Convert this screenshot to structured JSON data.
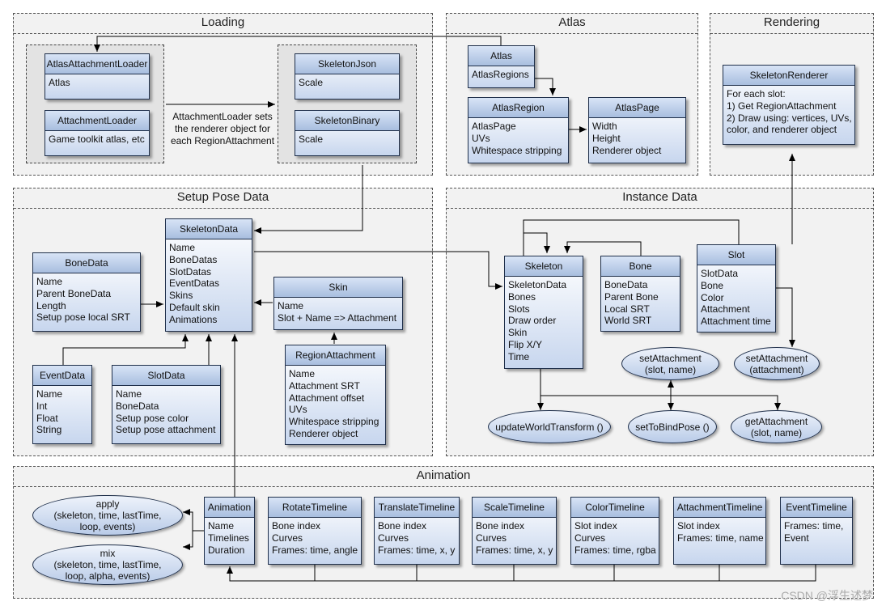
{
  "sections": {
    "loading": "Loading",
    "atlas": "Atlas",
    "rendering": "Rendering",
    "setup": "Setup Pose Data",
    "instance": "Instance Data",
    "animation": "Animation"
  },
  "classes": {
    "atlas_attachment_loader": {
      "name": "AtlasAttachmentLoader",
      "fields": [
        "Atlas"
      ]
    },
    "attachment_loader": {
      "name": "AttachmentLoader",
      "fields": [
        "Game toolkit atlas, etc"
      ]
    },
    "skeleton_json": {
      "name": "SkeletonJson",
      "fields": [
        "Scale"
      ]
    },
    "skeleton_binary": {
      "name": "SkeletonBinary",
      "fields": [
        "Scale"
      ]
    },
    "atlas": {
      "name": "Atlas",
      "fields": [
        "AtlasRegions"
      ]
    },
    "atlas_region": {
      "name": "AtlasRegion",
      "fields": [
        "AtlasPage",
        "UVs",
        "Whitespace stripping"
      ]
    },
    "atlas_page": {
      "name": "AtlasPage",
      "fields": [
        "Width",
        "Height",
        "Renderer object"
      ]
    },
    "skeleton_renderer": {
      "name": "SkeletonRenderer",
      "fields": [
        "For each slot:",
        "1) Get RegionAttachment",
        "2) Draw using: vertices, UVs,",
        "color, and renderer object"
      ]
    },
    "skeleton_data": {
      "name": "SkeletonData",
      "fields": [
        "Name",
        "BoneDatas",
        "SlotDatas",
        "EventDatas",
        "Skins",
        "Default skin",
        "Animations"
      ]
    },
    "bone_data": {
      "name": "BoneData",
      "fields": [
        "Name",
        "Parent BoneData",
        "Length",
        "Setup pose local SRT"
      ]
    },
    "skin": {
      "name": "Skin",
      "fields": [
        "Name",
        "Slot + Name => Attachment"
      ]
    },
    "region_attachment": {
      "name": "RegionAttachment",
      "fields": [
        "Name",
        "Attachment SRT",
        "Attachment offset",
        "UVs",
        "Whitespace stripping",
        "Renderer object"
      ]
    },
    "event_data": {
      "name": "EventData",
      "fields": [
        "Name",
        "Int",
        "Float",
        "String"
      ]
    },
    "slot_data": {
      "name": "SlotData",
      "fields": [
        "Name",
        "BoneData",
        "Setup pose color",
        "Setup pose attachment"
      ]
    },
    "skeleton": {
      "name": "Skeleton",
      "fields": [
        "SkeletonData",
        "Bones",
        "Slots",
        "Draw order",
        "Skin",
        "Flip X/Y",
        "Time"
      ]
    },
    "bone": {
      "name": "Bone",
      "fields": [
        "BoneData",
        "Parent Bone",
        "Local SRT",
        "World SRT"
      ]
    },
    "slot": {
      "name": "Slot",
      "fields": [
        "SlotData",
        "Bone",
        "Color",
        "Attachment",
        "Attachment time"
      ]
    },
    "animation": {
      "name": "Animation",
      "fields": [
        "Name",
        "Timelines",
        "Duration"
      ]
    },
    "rotate_timeline": {
      "name": "RotateTimeline",
      "fields": [
        "Bone index",
        "Curves",
        "Frames: time, angle"
      ]
    },
    "translate_timeline": {
      "name": "TranslateTimeline",
      "fields": [
        "Bone index",
        "Curves",
        "Frames: time, x, y"
      ]
    },
    "scale_timeline": {
      "name": "ScaleTimeline",
      "fields": [
        "Bone index",
        "Curves",
        "Frames: time, x, y"
      ]
    },
    "color_timeline": {
      "name": "ColorTimeline",
      "fields": [
        "Slot index",
        "Curves",
        "Frames: time, rgba"
      ]
    },
    "attachment_timeline": {
      "name": "AttachmentTimeline",
      "fields": [
        "Slot index",
        "Frames: time, name"
      ]
    },
    "event_timeline": {
      "name": "EventTimeline",
      "fields": [
        "Frames: time,",
        "Event"
      ]
    }
  },
  "methods": {
    "set_attachment_slot": [
      "setAttachment",
      "(slot, name)"
    ],
    "set_attachment": [
      "setAttachment",
      "(attachment)"
    ],
    "update_world_transform": [
      "updateWorldTransform ()"
    ],
    "set_to_bind_pose": [
      "setToBindPose ()"
    ],
    "get_attachment": [
      "getAttachment",
      "(slot, name)"
    ],
    "apply": [
      "apply",
      "(skeleton, time, lastTime,",
      "loop, events)"
    ],
    "mix": [
      "mix",
      "(skeleton, time, lastTime,",
      "loop, alpha, events)"
    ]
  },
  "notes": {
    "loader_note": [
      "AttachmentLoader sets",
      "the renderer object for",
      "each RegionAttachment"
    ]
  },
  "watermark": "CSDN @浮生述梦",
  "colors": {
    "class_fill_top": "#ffffff",
    "class_fill_bottom": "#c7d6ee",
    "header_fill": "#a8bedf",
    "border": "#1f2f4a",
    "section_bg": "#f2f2f2",
    "group_bg": "#e3e3e3"
  }
}
